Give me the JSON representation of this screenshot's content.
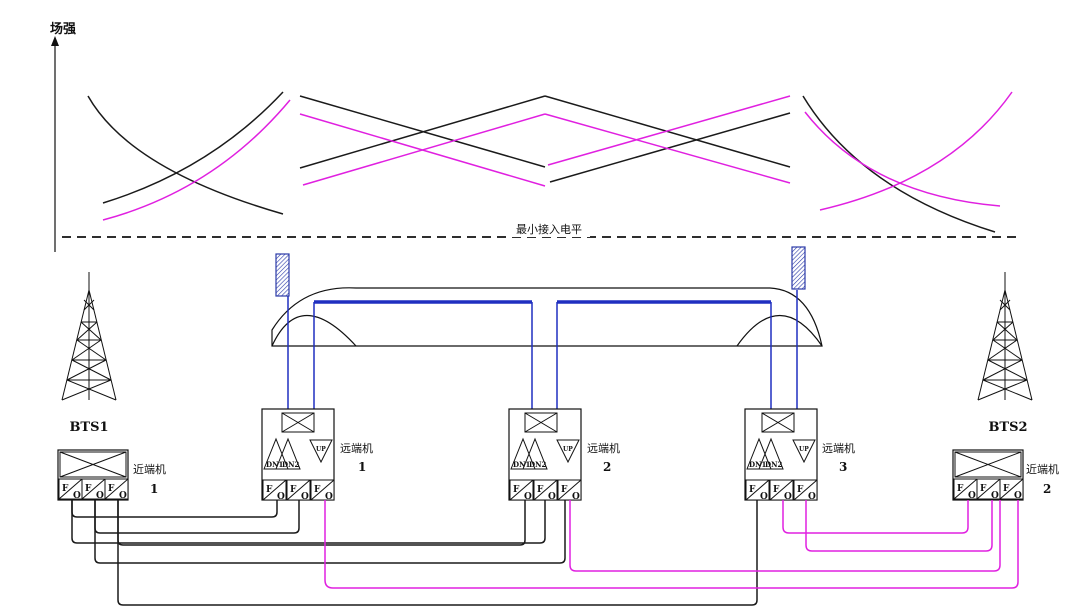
{
  "axis": {
    "y_label": "场强"
  },
  "threshold": {
    "label": "最小接入电平"
  },
  "bts": [
    {
      "label": "BTS1"
    },
    {
      "label": "BTS2"
    }
  ],
  "near_units": [
    {
      "title": "近端机",
      "number": "1"
    },
    {
      "title": "近端机",
      "number": "2"
    }
  ],
  "remote_units": [
    {
      "title": "远端机",
      "number": "1"
    },
    {
      "title": "远端机",
      "number": "2"
    },
    {
      "title": "远端机",
      "number": "3"
    }
  ],
  "module_labels": {
    "dn1": "DN1",
    "dn2": "DN2",
    "up": "UP",
    "f": "F",
    "o": "O"
  },
  "colors": {
    "signal_black": "#1a1a1a",
    "signal_magenta": "#e020e0",
    "feeder_blue": "#1f2fc0",
    "antenna_blue": "#4a5ab8",
    "fiber_magenta": "#e020e0"
  }
}
